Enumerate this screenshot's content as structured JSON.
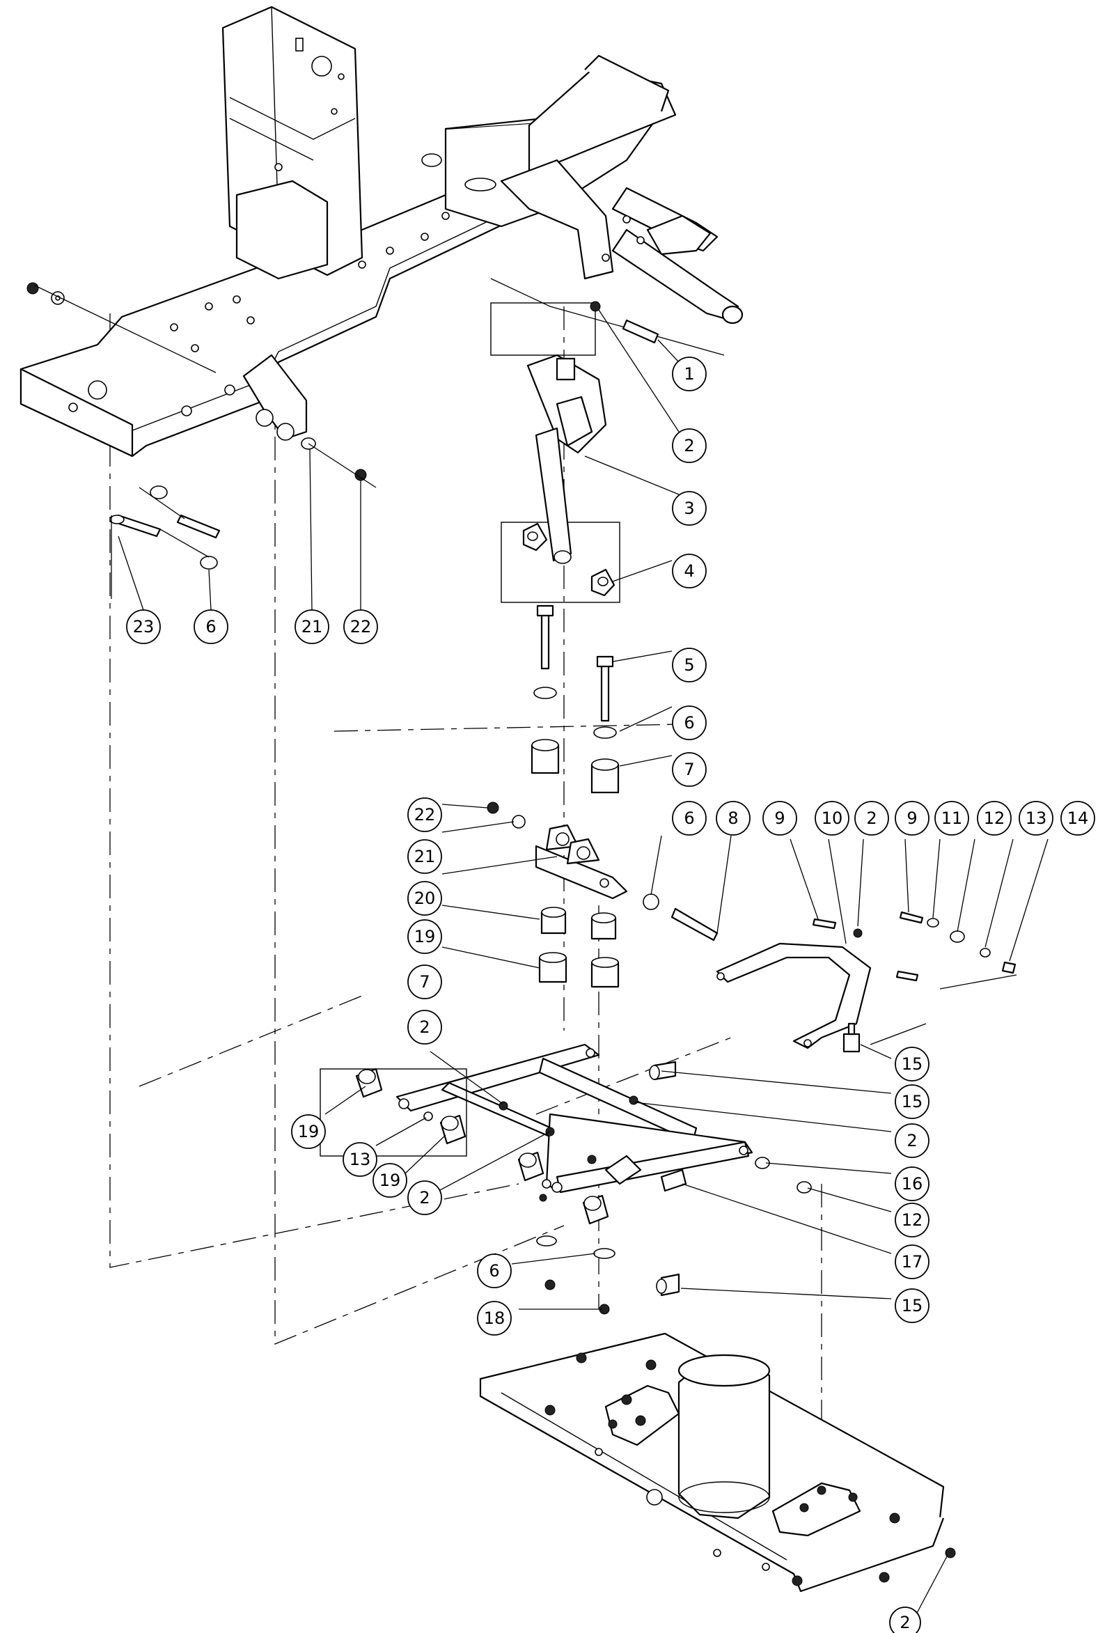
{
  "callouts": [
    {
      "label": "1"
    },
    {
      "label": "2"
    },
    {
      "label": "3"
    },
    {
      "label": "4"
    },
    {
      "label": "5"
    },
    {
      "label": "6"
    },
    {
      "label": "7"
    },
    {
      "label": "22"
    },
    {
      "label": "21"
    },
    {
      "label": "20"
    },
    {
      "label": "19"
    },
    {
      "label": "7"
    },
    {
      "label": "6"
    },
    {
      "label": "8"
    },
    {
      "label": "9"
    },
    {
      "label": "10"
    },
    {
      "label": "2"
    },
    {
      "label": "9"
    },
    {
      "label": "11"
    },
    {
      "label": "12"
    },
    {
      "label": "13"
    },
    {
      "label": "14"
    },
    {
      "label": "15"
    },
    {
      "label": "15"
    },
    {
      "label": "2"
    },
    {
      "label": "16"
    },
    {
      "label": "12"
    },
    {
      "label": "17"
    },
    {
      "label": "15"
    },
    {
      "label": "2"
    },
    {
      "label": "19"
    },
    {
      "label": "13"
    },
    {
      "label": "19"
    },
    {
      "label": "2"
    },
    {
      "label": "6"
    },
    {
      "label": "18"
    },
    {
      "label": "23"
    },
    {
      "label": "6"
    },
    {
      "label": "21"
    },
    {
      "label": "22"
    },
    {
      "label": "2"
    }
  ]
}
